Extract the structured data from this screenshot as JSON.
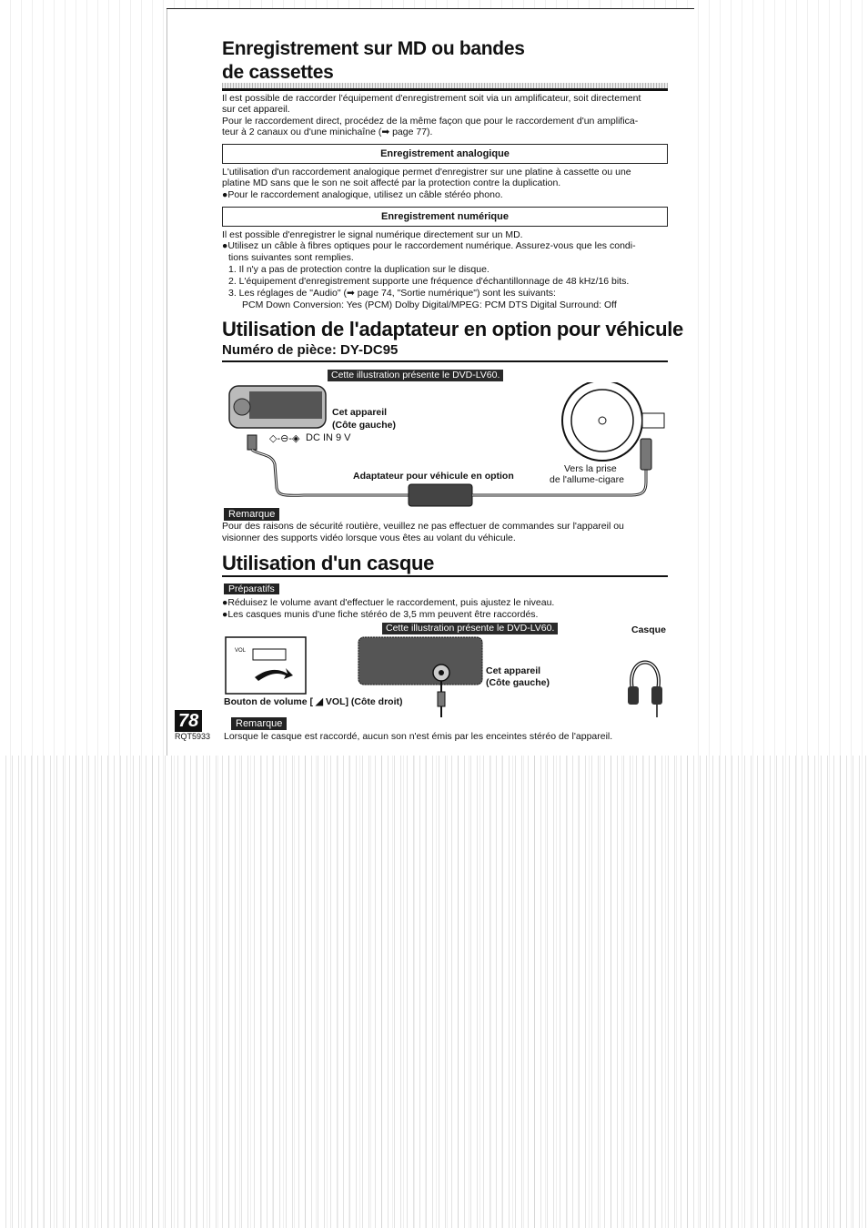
{
  "section1": {
    "title_line1": "Enregistrement sur MD ou bandes",
    "title_line2": "de cassettes",
    "para1_line1": "Il est possible de raccorder l'équipement d'enregistrement soit via un amplificateur, soit directement",
    "para1_line2": "sur cet appareil.",
    "para2_line1": "Pour le raccordement direct, procédez de la même façon que pour le raccordement d'un amplifica-",
    "para2_line2": "teur à 2 canaux ou d'une minichaîne (➡ page 77).",
    "analog_heading": "Enregistrement analogique",
    "analog_line1": "L'utilisation d'un raccordement analogique permet d'enregistrer sur une platine à cassette ou une",
    "analog_line2": "platine MD sans que le son ne soit affecté par la protection contre la duplication.",
    "analog_line3": "●Pour le raccordement analogique, utilisez un câble stéréo phono.",
    "digital_heading": "Enregistrement numérique",
    "digital_line1": "Il est possible d'enregistrer le signal numérique directement sur un MD.",
    "digital_line2": "●Utilisez un câble à fibres optiques pour le raccordement numérique. Assurez-vous que les condi-",
    "digital_line3": "tions suivantes sont remplies.",
    "digital_item1": "1.  Il n'y a pas de protection contre la duplication sur le disque.",
    "digital_item2": "2.  L'équipement d'enregistrement supporte une fréquence d'échantillonnage de 48 kHz/16 bits.",
    "digital_item3": "3.  Les réglages de \"Audio\" (➡ page 74, \"Sortie numérique\") sont les suivants:",
    "digital_item3_line2": "PCM Down Conversion: Yes (PCM)    Dolby Digital/MPEG: PCM    DTS Digital Surround: Off"
  },
  "section2": {
    "title": "Utilisation de l'adaptateur en option pour véhicule",
    "part_number": "Numéro de pièce: DY-DC95",
    "illustration_banner": "Cette illustration présente le DVD-LV60.",
    "unit_label_line1": "Cet appareil",
    "unit_label_line2": "(Côte gauche)",
    "dc_in_label": "DC IN 9 V",
    "adapter_label": "Adaptateur pour véhicule en option",
    "socket_label_line1": "Vers la prise",
    "socket_label_line2": "de l'allume-cigare",
    "remark_label": "Remarque",
    "remark_line1": "Pour des raisons de sécurité routière, veuillez ne pas effectuer de commandes sur l'appareil ou",
    "remark_line2": "visionner des supports vidéo lorsque vous êtes au volant du véhicule."
  },
  "section3": {
    "title": "Utilisation d'un casque",
    "prep_label": "Préparatifs",
    "prep_line1": "●Réduisez le volume avant d'effectuer le raccordement, puis ajustez le niveau.",
    "prep_line2": "●Les casques munis d'une fiche stéréo de 3,5 mm peuvent être raccordés.",
    "illustration_banner": "Cette illustration présente le DVD-LV60.",
    "headphones_label": "Casque",
    "unit_label_line1": "Cet appareil",
    "unit_label_line2": "(Côte gauche)",
    "volume_label": "Bouton de volume [ ◢ VOL] (Côte droit)",
    "vol_small": "VOL",
    "remark_label": "Remarque",
    "remark_line": "Lorsque le casque est raccordé, aucun son n'est émis par les enceintes stéréo de l'appareil."
  },
  "footer": {
    "page_number": "78",
    "doc_code": "RQT5933"
  }
}
